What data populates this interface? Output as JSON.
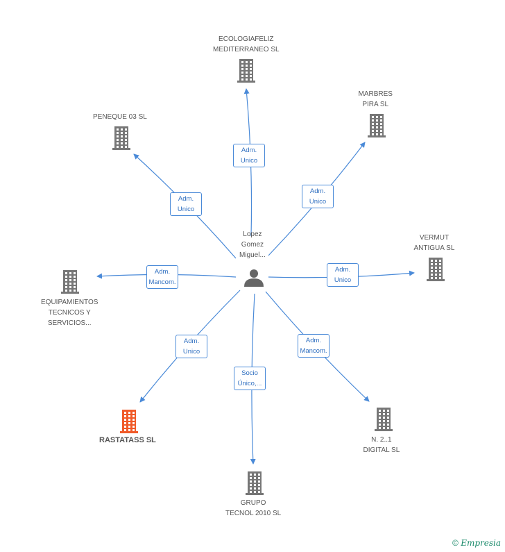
{
  "center": {
    "name_lines": [
      "Lopez",
      "Gomez",
      "Miguel..."
    ]
  },
  "companies": [
    {
      "id": "ecologia",
      "lines": [
        "ECOLOGIAFELIZ",
        "MEDITERRANEO SL"
      ],
      "highlight": false
    },
    {
      "id": "marbres",
      "lines": [
        "MARBRES",
        "PIRA SL"
      ],
      "highlight": false
    },
    {
      "id": "peneque",
      "lines": [
        "PENEQUE 03 SL"
      ],
      "highlight": false
    },
    {
      "id": "vermut",
      "lines": [
        "VERMUT",
        "ANTIGUA SL"
      ],
      "highlight": false
    },
    {
      "id": "equip",
      "lines": [
        "EQUIPAMIENTOS",
        "TECNICOS Y",
        "SERVICIOS..."
      ],
      "highlight": false
    },
    {
      "id": "rastatass",
      "lines": [
        "RASTATASS SL"
      ],
      "highlight": true
    },
    {
      "id": "n21",
      "lines": [
        "N. 2..1",
        "DIGITAL  SL"
      ],
      "highlight": false
    },
    {
      "id": "grupo",
      "lines": [
        "GRUPO",
        "TECNOL 2010 SL"
      ],
      "highlight": false
    }
  ],
  "relations": [
    {
      "to": "ecologia",
      "lines": [
        "Adm.",
        "Unico"
      ]
    },
    {
      "to": "marbres",
      "lines": [
        "Adm.",
        "Unico"
      ]
    },
    {
      "to": "peneque",
      "lines": [
        "Adm.",
        "Unico"
      ]
    },
    {
      "to": "vermut",
      "lines": [
        "Adm.",
        "Unico"
      ]
    },
    {
      "to": "equip",
      "lines": [
        "Adm.",
        "Mancom."
      ]
    },
    {
      "to": "rastatass",
      "lines": [
        "Adm.",
        "Unico"
      ]
    },
    {
      "to": "n21",
      "lines": [
        "Adm.",
        "Mancom."
      ]
    },
    {
      "to": "grupo",
      "lines": [
        "Socio",
        "Único,..."
      ]
    }
  ],
  "colors": {
    "edge": "#4a8ad8",
    "building": "#777777",
    "highlight": "#f05a28",
    "person": "#666666"
  },
  "footer": {
    "symbol": "©",
    "brand": "Empresia"
  }
}
